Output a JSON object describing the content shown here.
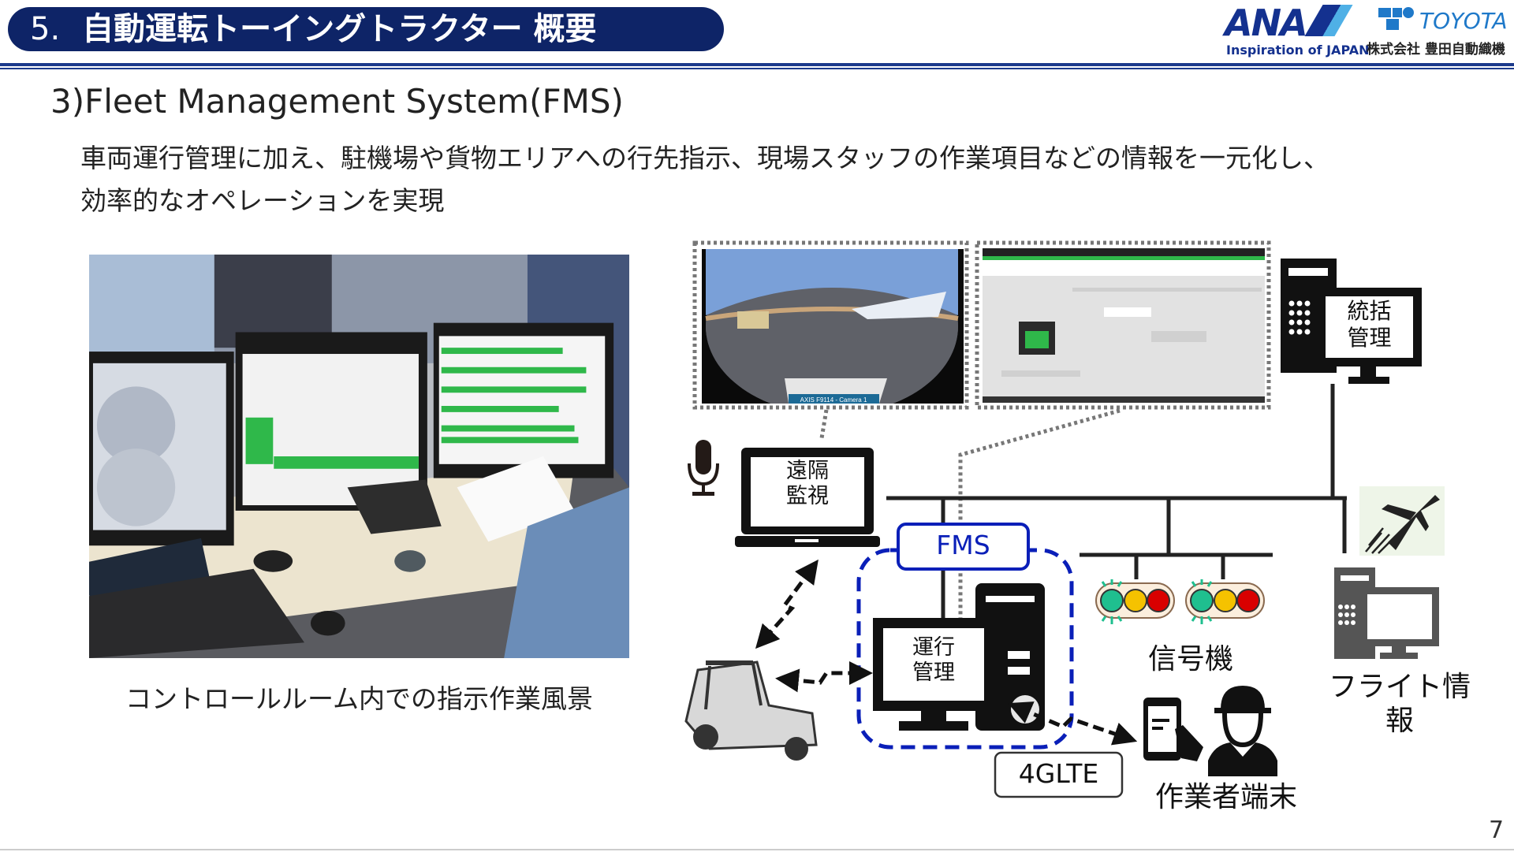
{
  "header": {
    "section_number": "5.",
    "title": "自動運転トーイングトラクター 概要",
    "logos": {
      "ana": "ANA",
      "ana_tagline": "Inspiration of JAPAN",
      "toyota": "TOYOTA",
      "toyota_company": "株式会社 豊田自動織機"
    },
    "colors": {
      "title_bg": "#0e2467",
      "rule": "#1c3a8c",
      "fms_blue": "#0a1fb8"
    }
  },
  "main": {
    "subtitle": "3)Fleet Management System(FMS)",
    "description_lines": [
      "車両運行管理に加え、駐機場や貨物エリアへの行先指示、現場スタッフの作業項目などの情報を一元化し、",
      "効率的なオペレーションを実現"
    ],
    "photo_caption": "コントロールルーム内での指示作業風景"
  },
  "diagram": {
    "camera_label": "AXIS F9114 - Camera 1",
    "remote_monitor": [
      "遠隔",
      "監視"
    ],
    "central_management": [
      "統括",
      "管理"
    ],
    "fms_label": "FMS",
    "operation_management": [
      "運行",
      "管理"
    ],
    "signals_label": "信号機",
    "flight_info_label": "フライト情報",
    "network_label": "4GLTE",
    "worker_terminal_label": "作業者端末",
    "icons": [
      "microphone-icon",
      "laptop-icon",
      "desktop-computer-icon",
      "airplane-icon",
      "traffic-signal-icon",
      "tablet-icon",
      "worker-icon",
      "towing-tractor-icon"
    ]
  },
  "footer": {
    "page_number": "7"
  }
}
